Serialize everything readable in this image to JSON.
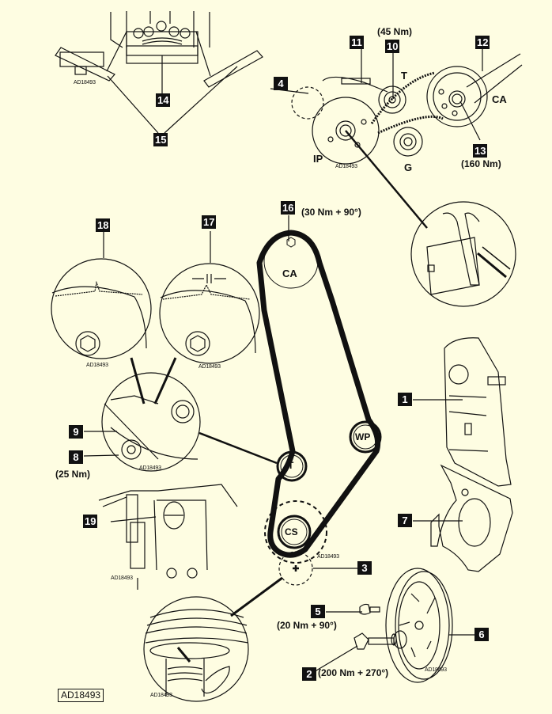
{
  "figure_reference": "AD18493",
  "sub_figure_reference": "AD18493",
  "background_color": "#fefde2",
  "callouts": {
    "c1": "1",
    "c2": "2",
    "c3": "3",
    "c4": "4",
    "c5": "5",
    "c6": "6",
    "c7": "7",
    "c8": "8",
    "c9": "9",
    "c10": "10",
    "c11": "11",
    "c12": "12",
    "c13": "13",
    "c14": "14",
    "c15": "15",
    "c16": "16",
    "c17": "17",
    "c18": "18",
    "c19": "19"
  },
  "torques": {
    "t2": "(200 Nm + 270°)",
    "t5": "(20 Nm + 90°)",
    "t8": "(25 Nm)",
    "t10": "(45 Nm)",
    "t13": "(160 Nm)",
    "t16": "(30 Nm + 90°)"
  },
  "pulley_labels": {
    "camshaft": "CA",
    "camshaft_detail": "CA",
    "tensioner": "T",
    "tensioner_detail": "T",
    "water_pump": "WP",
    "crankshaft": "CS",
    "injection_pump": "IP",
    "idler": "G"
  }
}
